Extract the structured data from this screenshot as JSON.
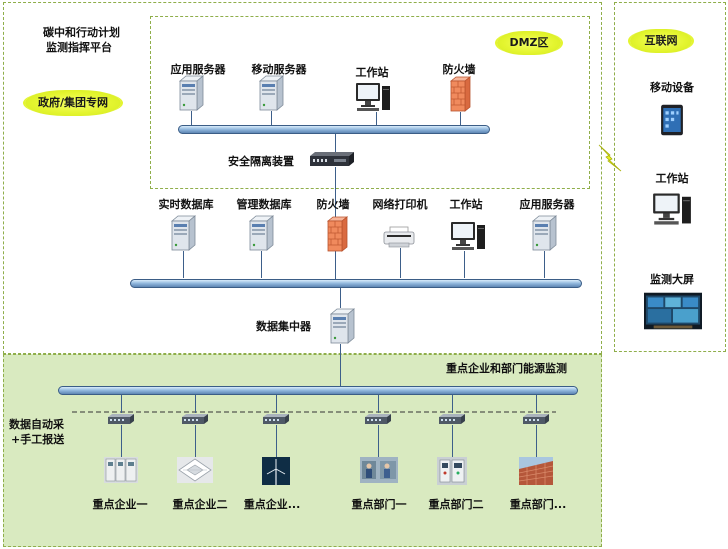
{
  "platform": {
    "title_line1": "碳中和行动计划",
    "title_line2": "监测指挥平台"
  },
  "clouds": {
    "gov": "政府/集团专网",
    "dmz": "DMZ区",
    "internet": "互联网"
  },
  "dmz": {
    "devices": [
      "应用服务器",
      "移动服务器",
      "工作站",
      "防火墙"
    ],
    "gateway": "安全隔离装置"
  },
  "core": {
    "devices": [
      "实时数据库",
      "管理数据库",
      "防火墙",
      "网络打印机",
      "工作站",
      "应用服务器"
    ],
    "concentrator": "数据集中器"
  },
  "internet": {
    "devices": [
      "移动设备",
      "工作站",
      "监测大屏"
    ]
  },
  "monitoring": {
    "title": "重点企业和部门能源监测",
    "collect_line1": "数据自动采",
    "collect_line2": "+手工报送",
    "sites": [
      "重点企业一",
      "重点企业二",
      "重点企业...",
      "重点部门一",
      "重点部门二",
      "重点部门..."
    ]
  },
  "colors": {
    "zone_border": "#8fae4a",
    "bottom_fill": "#d9eac0",
    "bus": "#8fb6dc"
  }
}
